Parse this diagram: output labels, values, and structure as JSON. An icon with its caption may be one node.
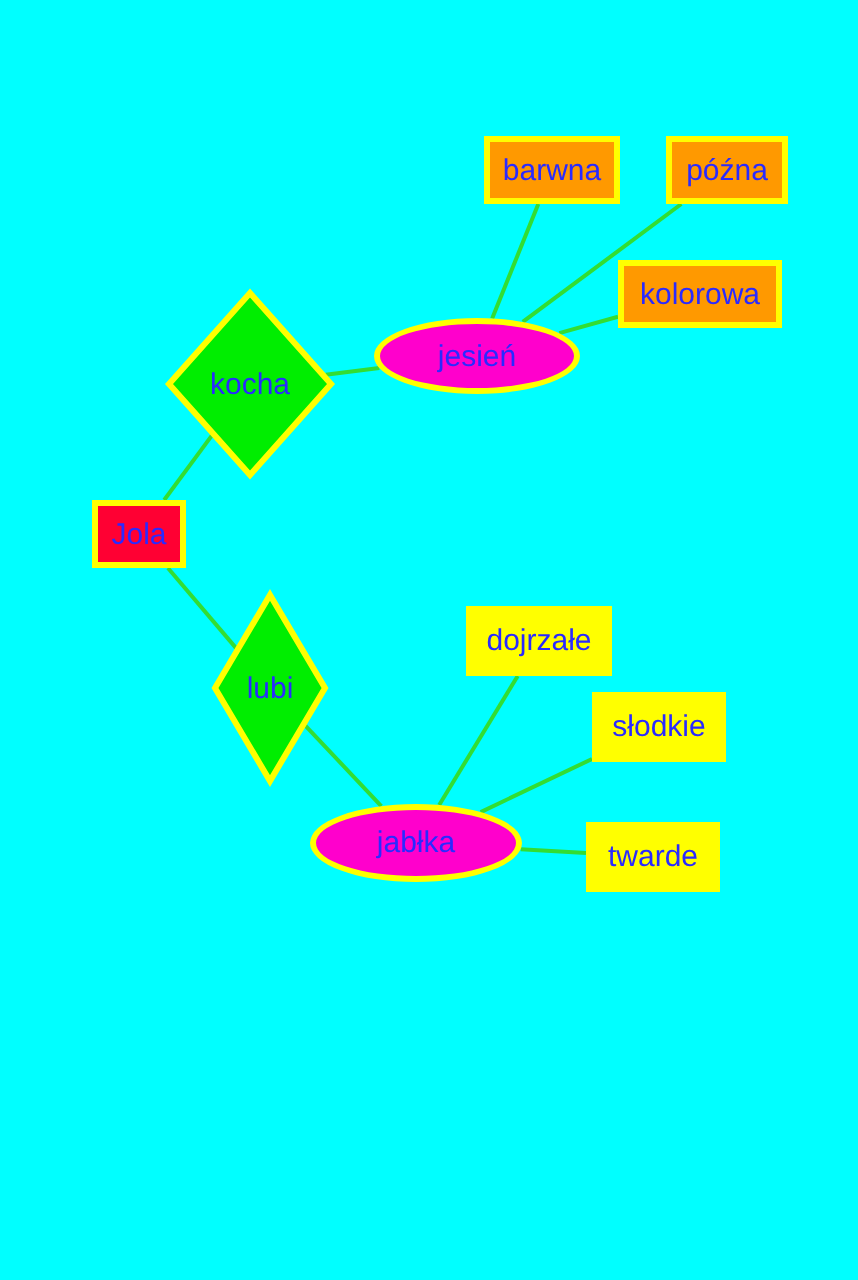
{
  "diagram": {
    "nodes": [
      {
        "text": [
          "barwna"
        ]
      },
      {
        "text": [
          "późna"
        ]
      },
      {
        "text": [
          "kolorowa"
        ]
      },
      {
        "text": [
          "kocha"
        ]
      },
      {
        "text": [
          "jesień"
        ]
      },
      {
        "text": [
          "Jola"
        ]
      },
      {
        "text": [
          "dojrzałe"
        ]
      },
      {
        "text": [
          "lubi"
        ]
      },
      {
        "text": [
          "słodkie"
        ]
      },
      {
        "text": [
          "jabłka"
        ]
      },
      {
        "text": [
          "twarde"
        ]
      }
    ],
    "edges": [
      {
        "from": 5,
        "to": 3,
        "arrow": "none"
      },
      {
        "from": 3,
        "to": 4,
        "arrow": "none"
      },
      {
        "from": 4,
        "to": 0,
        "arrow": "none"
      },
      {
        "from": 4,
        "to": 1,
        "arrow": "none"
      },
      {
        "from": 4,
        "to": 2,
        "arrow": "none"
      },
      {
        "from": 5,
        "to": 7,
        "arrow": "none"
      },
      {
        "from": 7,
        "to": 9,
        "arrow": "none"
      },
      {
        "from": 9,
        "to": 6,
        "arrow": "none"
      },
      {
        "from": 9,
        "to": 8,
        "arrow": "none"
      },
      {
        "from": 9,
        "to": 10,
        "arrow": "none"
      }
    ]
  }
}
